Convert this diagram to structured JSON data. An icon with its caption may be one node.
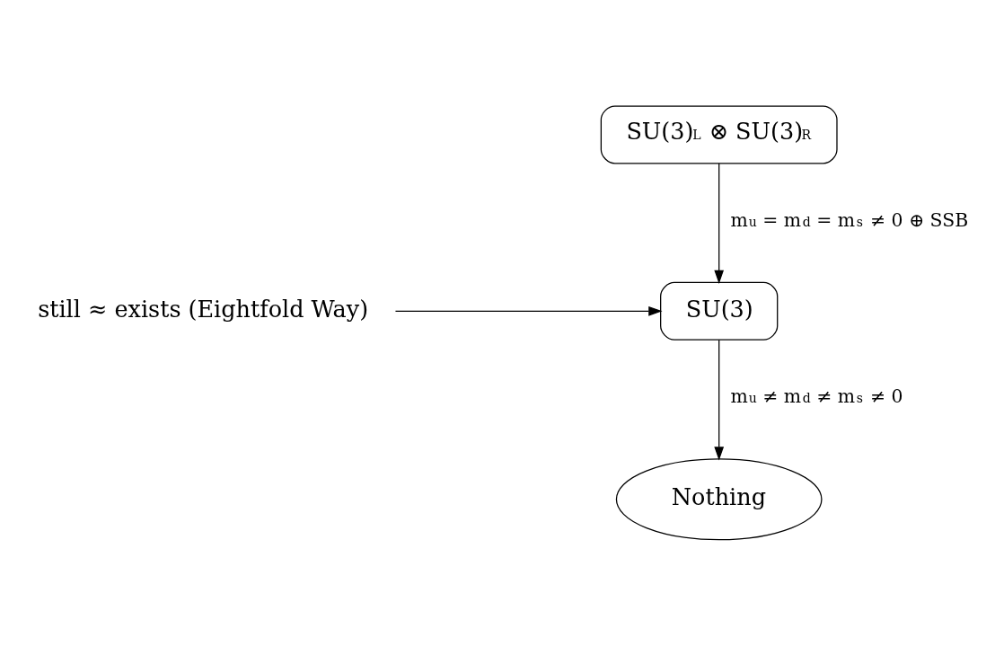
{
  "diagram": {
    "nodes": [
      {
        "text": [
          "SU(3)$_{L}$ ⊗ SU(3)$_{R}$"
        ]
      },
      {
        "text": [
          "SU(3)"
        ]
      },
      {
        "text": [
          "Nothing"
        ]
      },
      {
        "text": [
          "still ≈ exists (Eightfold Way)"
        ]
      }
    ],
    "edges": [
      {
        "from": 0,
        "to": 1,
        "arrow": "to",
        "label": "m$_{u}$ = m$_{d}$ = m$_{s}$ ≠ 0 ⊕ SSB"
      },
      {
        "from": 1,
        "to": 2,
        "arrow": "to",
        "label": "m$_{u}$ ≠ m$_{d}$ ≠ m$_{s}$ ≠ 0"
      },
      {
        "from": 3,
        "to": 1,
        "arrow": "to"
      }
    ]
  }
}
